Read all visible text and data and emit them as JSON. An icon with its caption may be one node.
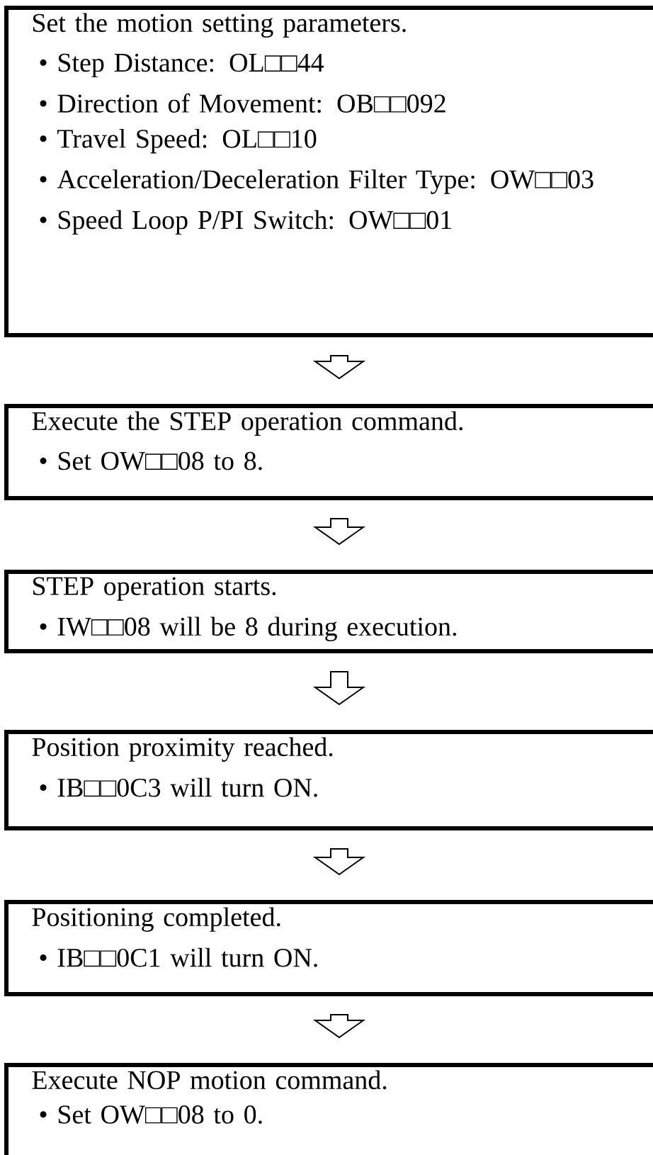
{
  "diagram": {
    "nodes": [
      {
        "text": [
          "Set the motion setting parameters.",
          "• Step Distance: OL□□44",
          "• Direction of Movement: OB□□092",
          "• Travel Speed: OL□□10",
          "• Acceleration/Deceleration Filter Type: OW□□03",
          "• Speed Loop P/PI Switch: OW□□01"
        ]
      },
      {
        "text": [
          "Execute the STEP operation command.",
          "• Set OW□□08 to 8."
        ]
      },
      {
        "text": [
          "STEP operation starts.",
          "• IW□□08 will be 8 during execution."
        ]
      },
      {
        "text": [
          "Position proximity reached.",
          "• IB□□0C3 will turn ON."
        ]
      },
      {
        "text": [
          "Positioning completed.",
          "• IB□□0C1 will turn ON."
        ]
      },
      {
        "text": [
          "Execute NOP motion command.",
          "• Set OW□□08 to 0."
        ]
      }
    ],
    "edges": [
      {
        "from": 0,
        "to": 1,
        "arrow": "to"
      },
      {
        "from": 1,
        "to": 2,
        "arrow": "to"
      },
      {
        "from": 2,
        "to": 3,
        "arrow": "to"
      },
      {
        "from": 3,
        "to": 4,
        "arrow": "to"
      },
      {
        "from": 4,
        "to": 5,
        "arrow": "to"
      }
    ]
  }
}
